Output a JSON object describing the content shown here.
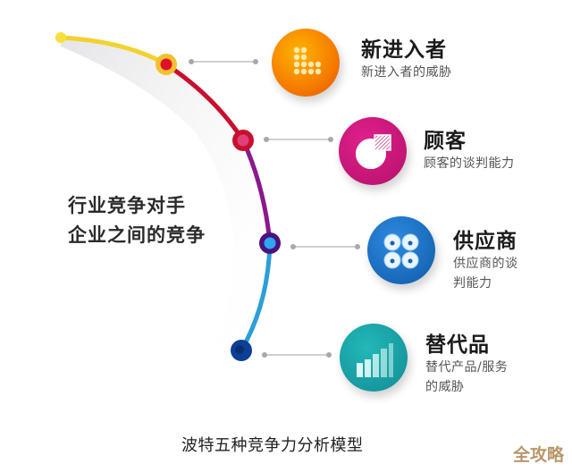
{
  "diagram": {
    "caption": "波特五种竞争力分析模型",
    "watermark": "全攻略",
    "center": {
      "line1": "行业竞争对手",
      "line2": "企业之间的竞争"
    },
    "forces": [
      {
        "title": "新进入者",
        "desc_line1": "新进入者的威胁",
        "desc_line2": "",
        "icon": "dot-grid-l-icon",
        "color": "#f57c00"
      },
      {
        "title": "顾客",
        "desc_line1": "顾客的谈判能力",
        "desc_line2": "",
        "icon": "pie-chart-icon",
        "color": "#d6137e"
      },
      {
        "title": "供应商",
        "desc_line1": "供应商的谈",
        "desc_line2": "判能力",
        "icon": "four-rings-icon",
        "color": "#1a6fc4"
      },
      {
        "title": "替代品",
        "desc_line1": "替代产品/服务",
        "desc_line2": "的威胁",
        "icon": "bar-growth-icon",
        "color": "#1aa3a6"
      }
    ],
    "arc_colors": {
      "segment1": "#f2d22e",
      "segment2": "#c8102e",
      "segment3": "#8a1a8c",
      "segment4": "#2b9fd8"
    }
  }
}
